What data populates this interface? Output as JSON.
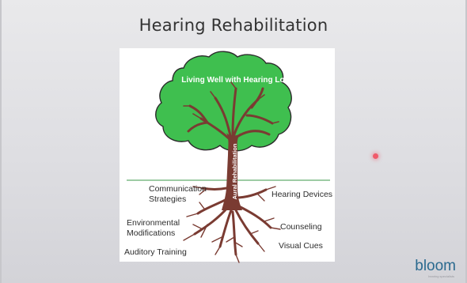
{
  "slide": {
    "title": "Hearing Rehabilitation",
    "canopy_label": "Living Well with Hearing Loss",
    "trunk_label": "Aural Rehabilitation",
    "branches_left": [
      {
        "lines": [
          "Communication",
          "Strategies"
        ]
      },
      {
        "lines": [
          "Environmental",
          "Modifications"
        ]
      },
      {
        "lines": [
          "Auditory Training"
        ]
      }
    ],
    "branches_right": [
      {
        "lines": [
          "Hearing Devices"
        ]
      },
      {
        "lines": [
          "Counseling"
        ]
      },
      {
        "lines": [
          "Visual Cues"
        ]
      }
    ],
    "brand": "bloom",
    "brand_sub": "hearing specialists"
  },
  "colors": {
    "canopy": "#3fbf4f",
    "canopy_edge": "#2b2b2b",
    "bark": "#7a3b32",
    "ground_line": "#3c9a4a",
    "brand": "#2b6a8f",
    "pointer": "#f05a6a"
  },
  "icons": [
    "laser-pointer-dot"
  ]
}
